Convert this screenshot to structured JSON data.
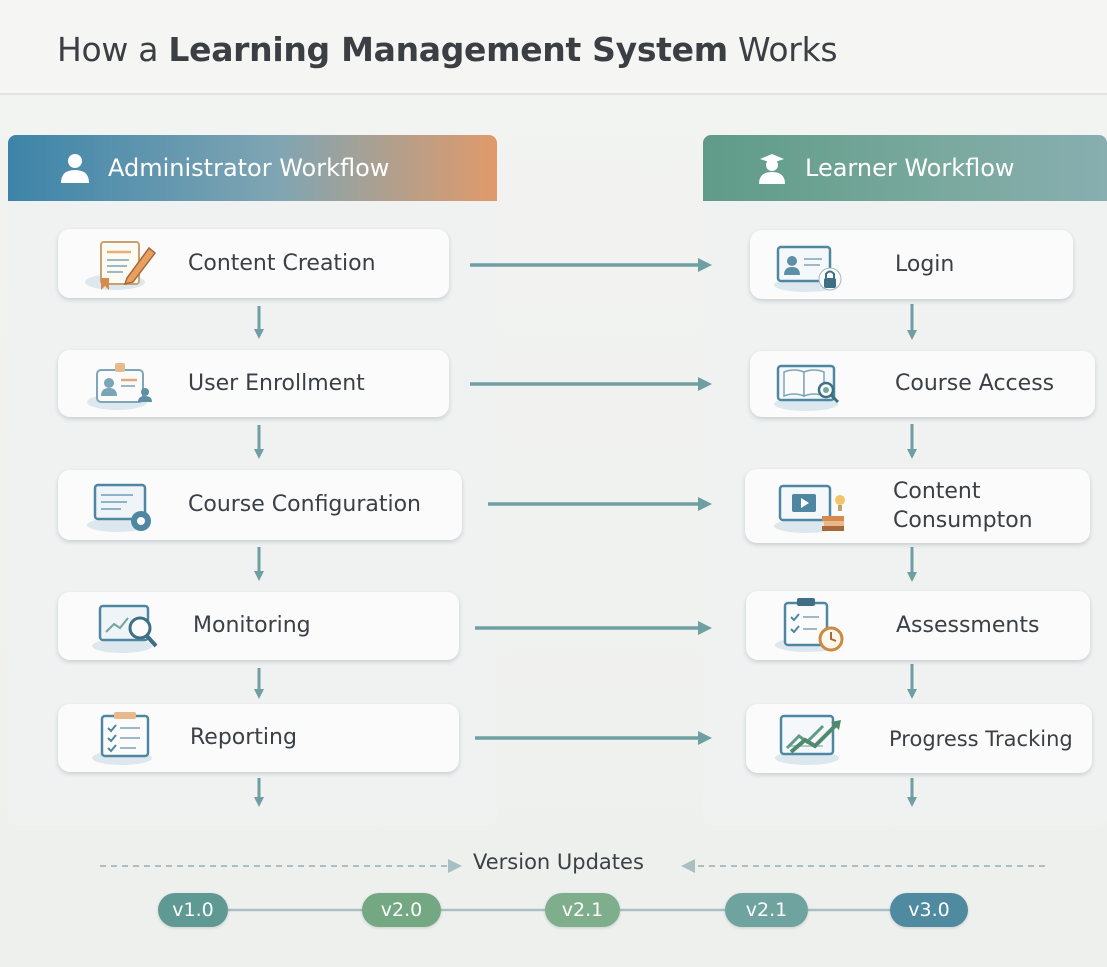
{
  "title": {
    "prefix": "How a ",
    "bold": "Learning Management System",
    "suffix": " Works"
  },
  "admin": {
    "heading": "Administrator Workflow",
    "steps": [
      {
        "label": "Content Creation",
        "icon": "document-pencil-icon"
      },
      {
        "label": "User Enrollment",
        "icon": "id-card-icon"
      },
      {
        "label": "Course Configuration",
        "icon": "monitor-gear-icon"
      },
      {
        "label": "Monitoring",
        "icon": "monitor-magnifier-icon"
      },
      {
        "label": "Reporting",
        "icon": "checklist-icon"
      }
    ]
  },
  "learner": {
    "heading": "Learner Workflow",
    "steps": [
      {
        "label": "Login",
        "icon": "login-lock-icon"
      },
      {
        "label": "Course Access",
        "icon": "open-book-icon"
      },
      {
        "label": "Content\nConsumpton",
        "icon": "video-player-icon"
      },
      {
        "label": "Assessments",
        "icon": "clipboard-clock-icon"
      },
      {
        "label": "Progress Tracking",
        "icon": "growth-chart-icon"
      }
    ]
  },
  "versions": {
    "title": "Version Updates",
    "items": [
      "v1.0",
      "v2.0",
      "v2.1",
      "v2.1",
      "v3.0"
    ]
  },
  "colors": {
    "admin_header_start": "#3d84a9",
    "admin_header_end": "#e09a6a",
    "learner_header": "#5f9b88",
    "arrow": "#6f9fa3",
    "version_teal": "#5e9a93",
    "version_green": "#74a883"
  }
}
